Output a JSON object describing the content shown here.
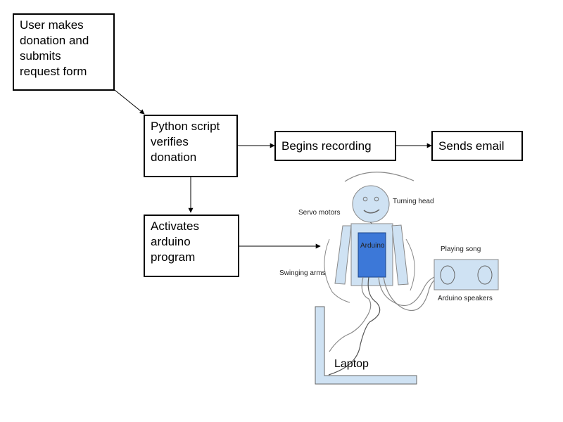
{
  "flow": {
    "user_box": "User makes\ndonation and\nsubmits\nrequest form",
    "python_box": "Python script\nverifies\ndonation",
    "recording_box": "Begins recording",
    "email_box": "Sends email",
    "arduino_box": "Activates\narduino\nprogram"
  },
  "illustration": {
    "turning_head": "Turning head",
    "servo_motors": "Servo motors",
    "arduino": "Arduino",
    "playing_song": "Playing song",
    "swinging_arms": "Swinging arms",
    "arduino_speakers": "Arduino speakers",
    "laptop": "Laptop"
  },
  "colors": {
    "light_blue": "#cfe2f3",
    "arduino_blue": "#3c78d8",
    "sketch_gray": "#888888"
  }
}
